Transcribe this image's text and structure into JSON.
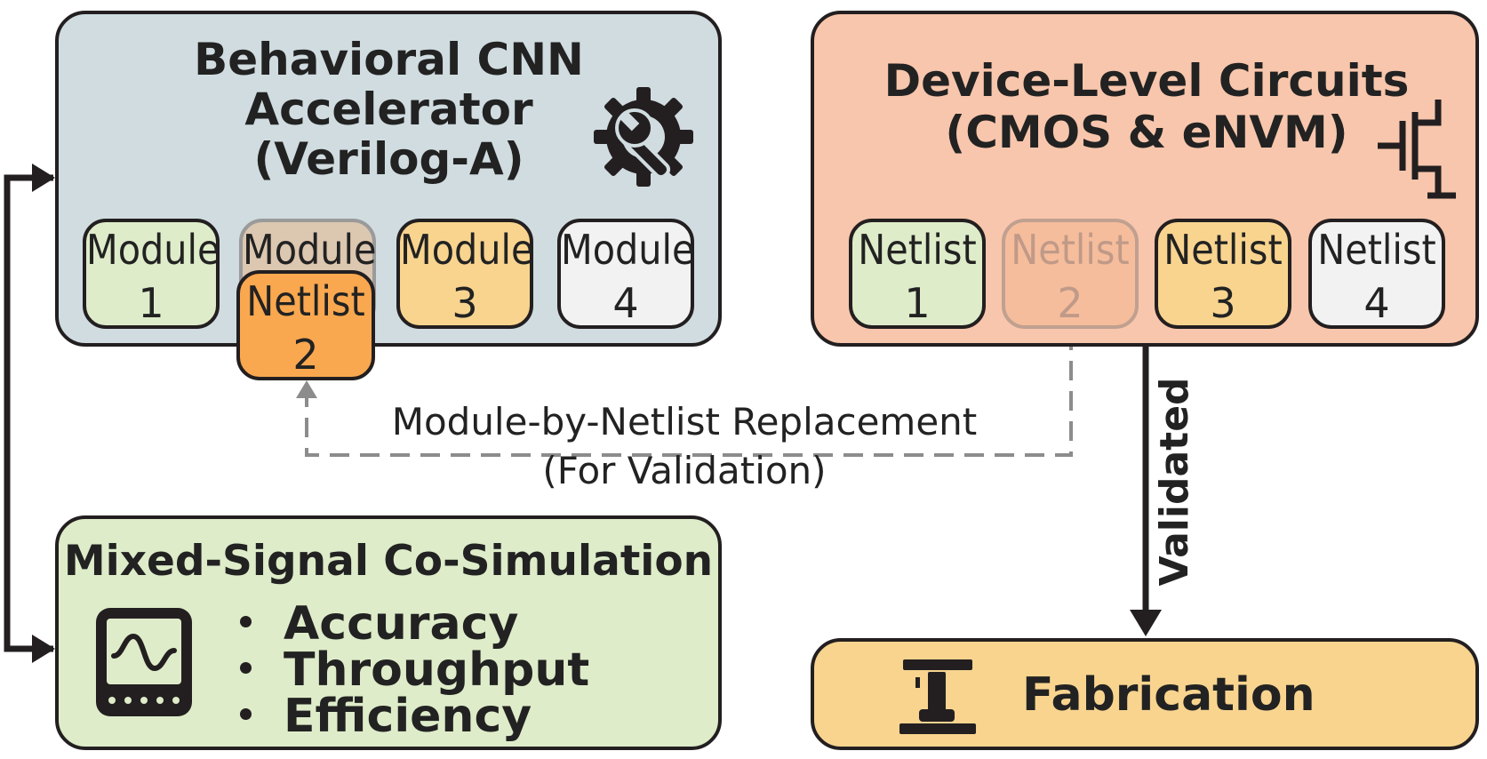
{
  "behavioral": {
    "title_lines": [
      "Behavioral CNN",
      "Accelerator",
      "(Verilog-A)"
    ],
    "icon": "gear-wrench-icon",
    "bg": "#d0dce0",
    "modules": [
      {
        "label": "Module",
        "num": "1",
        "fill": "#deecc9"
      },
      {
        "label": "Module",
        "num": "",
        "fill": "#dcc7b0"
      },
      {
        "label": "Module",
        "num": "3",
        "fill": "#f8d48f"
      },
      {
        "label": "Module",
        "num": "4",
        "fill": "#f2f2f2"
      }
    ],
    "replacement": {
      "label": "Netlist",
      "num": "2",
      "fill": "#f9a84f"
    }
  },
  "device": {
    "title_lines": [
      "Device-Level Circuits",
      "(CMOS & eNVM)"
    ],
    "icon": "transistor-icon",
    "bg": "#f8c6ac",
    "netlists": [
      {
        "label": "Netlist",
        "num": "1",
        "fill": "#deecc9"
      },
      {
        "label": "Netlist",
        "num": "2",
        "fill": "#f6bd9c"
      },
      {
        "label": "Netlist",
        "num": "3",
        "fill": "#f8d48f"
      },
      {
        "label": "Netlist",
        "num": "4",
        "fill": "#f2f2f2"
      }
    ]
  },
  "replacement_arrow": {
    "line1": "Module-by-Netlist Replacement",
    "line2": "(For Validation)"
  },
  "validated_label": "Validated",
  "cosim": {
    "title": "Mixed-Signal Co-Simulation",
    "icon": "oscilloscope-icon",
    "bg": "#deecc9",
    "metrics": [
      "Accuracy",
      "Throughput",
      "Efficiency"
    ]
  },
  "fabrication": {
    "label": "Fabrication",
    "icon": "fabrication-press-icon",
    "bg": "#f8d48f"
  }
}
